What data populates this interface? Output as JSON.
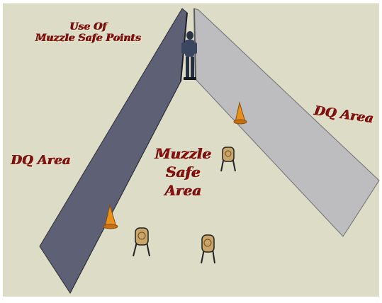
{
  "title": {
    "line1": "Use Of",
    "line2": "Muzzle Safe Points"
  },
  "labels": {
    "dq_left": "DQ Area",
    "dq_right": "DQ Area",
    "muzzle_line1": "Muzzle",
    "muzzle_line2": "Safe",
    "muzzle_line3": "Area"
  },
  "colors": {
    "ground": "#dddcc7",
    "left_wall": "#5e6176",
    "right_wall": "#bdbdbf",
    "label_text": "#8b1010",
    "cone": "#e8901e",
    "target": "#c9a56a"
  },
  "icons": {
    "shooter": "shooter-figure",
    "cones": "traffic-cone",
    "targets": "steel-target"
  }
}
